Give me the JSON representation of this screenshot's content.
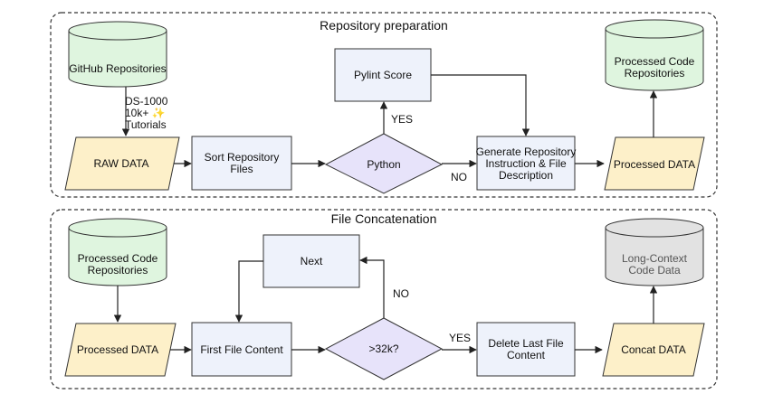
{
  "sections": {
    "top_title": "Repository preparation",
    "bottom_title": "File Concatenation"
  },
  "top": {
    "github_db": [
      "GitHub Repositories"
    ],
    "sources": [
      "DS-1000",
      "10k+ ✨",
      "Tutorials"
    ],
    "raw_data": [
      "RAW DATA"
    ],
    "sort": [
      "Sort Repository",
      "Files"
    ],
    "python": [
      "Python"
    ],
    "pylint": [
      "Pylint Score"
    ],
    "yes": "YES",
    "no": "NO",
    "generate": [
      "Generate Repository",
      "Instruction & File",
      "Description"
    ],
    "processed_data": [
      "Processed DATA"
    ],
    "processed_db": [
      "Processed Code",
      "Repositories"
    ]
  },
  "bottom": {
    "processed_db": [
      "Processed Code",
      "Repositories"
    ],
    "processed_data": [
      "Processed DATA"
    ],
    "first_file": [
      "First File Content"
    ],
    "next": [
      "Next"
    ],
    "check": [
      ">32k?"
    ],
    "no": "NO",
    "yes": "YES",
    "delete": [
      "Delete Last File",
      "Content"
    ],
    "concat": [
      "Concat DATA"
    ],
    "long_db": [
      "Long-Context",
      "Code Data"
    ]
  },
  "colors": {
    "db_green": "#dff5df",
    "db_gray": "#e2e2e2",
    "para_yellow": "#fdf0c9",
    "rect_blue": "#eef2fb",
    "diamond_purple": "#e7e3fa"
  }
}
